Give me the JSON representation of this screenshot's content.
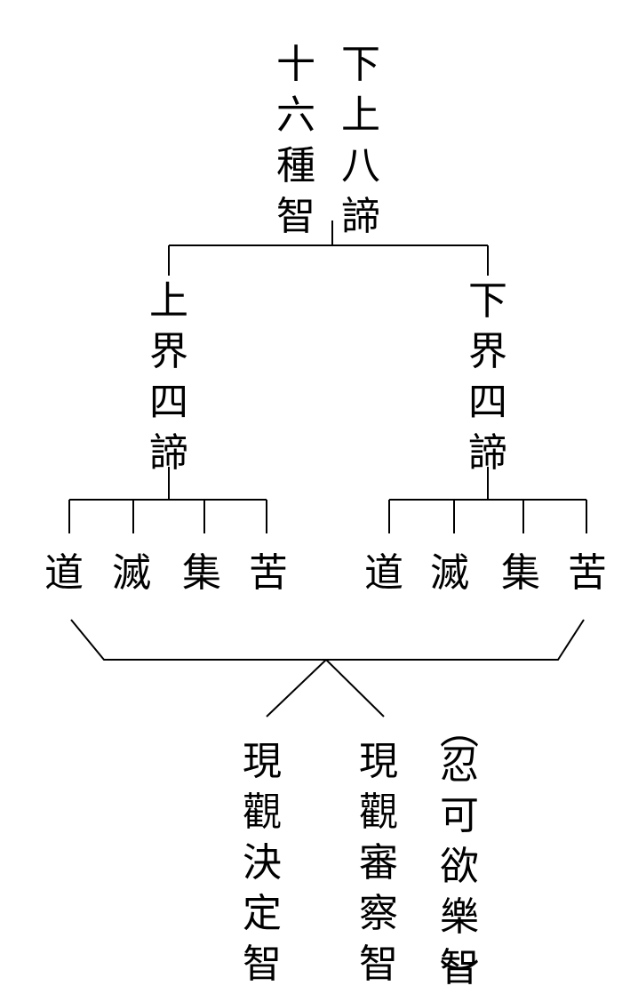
{
  "root": {
    "line1": "下上八諦",
    "line2": "十六種智"
  },
  "branches": {
    "upper": {
      "label": "上界四諦",
      "truths": [
        "道",
        "滅",
        "集",
        "苦"
      ]
    },
    "lower": {
      "label": "下界四諦",
      "truths": [
        "道",
        "滅",
        "集",
        "苦"
      ]
    }
  },
  "wisdoms": {
    "decision": "現觀決定智",
    "examination": "現觀審察智",
    "acceptance": "忍可欲樂智",
    "acceptance_open_paren": "︵",
    "acceptance_close_paren": "︶"
  }
}
